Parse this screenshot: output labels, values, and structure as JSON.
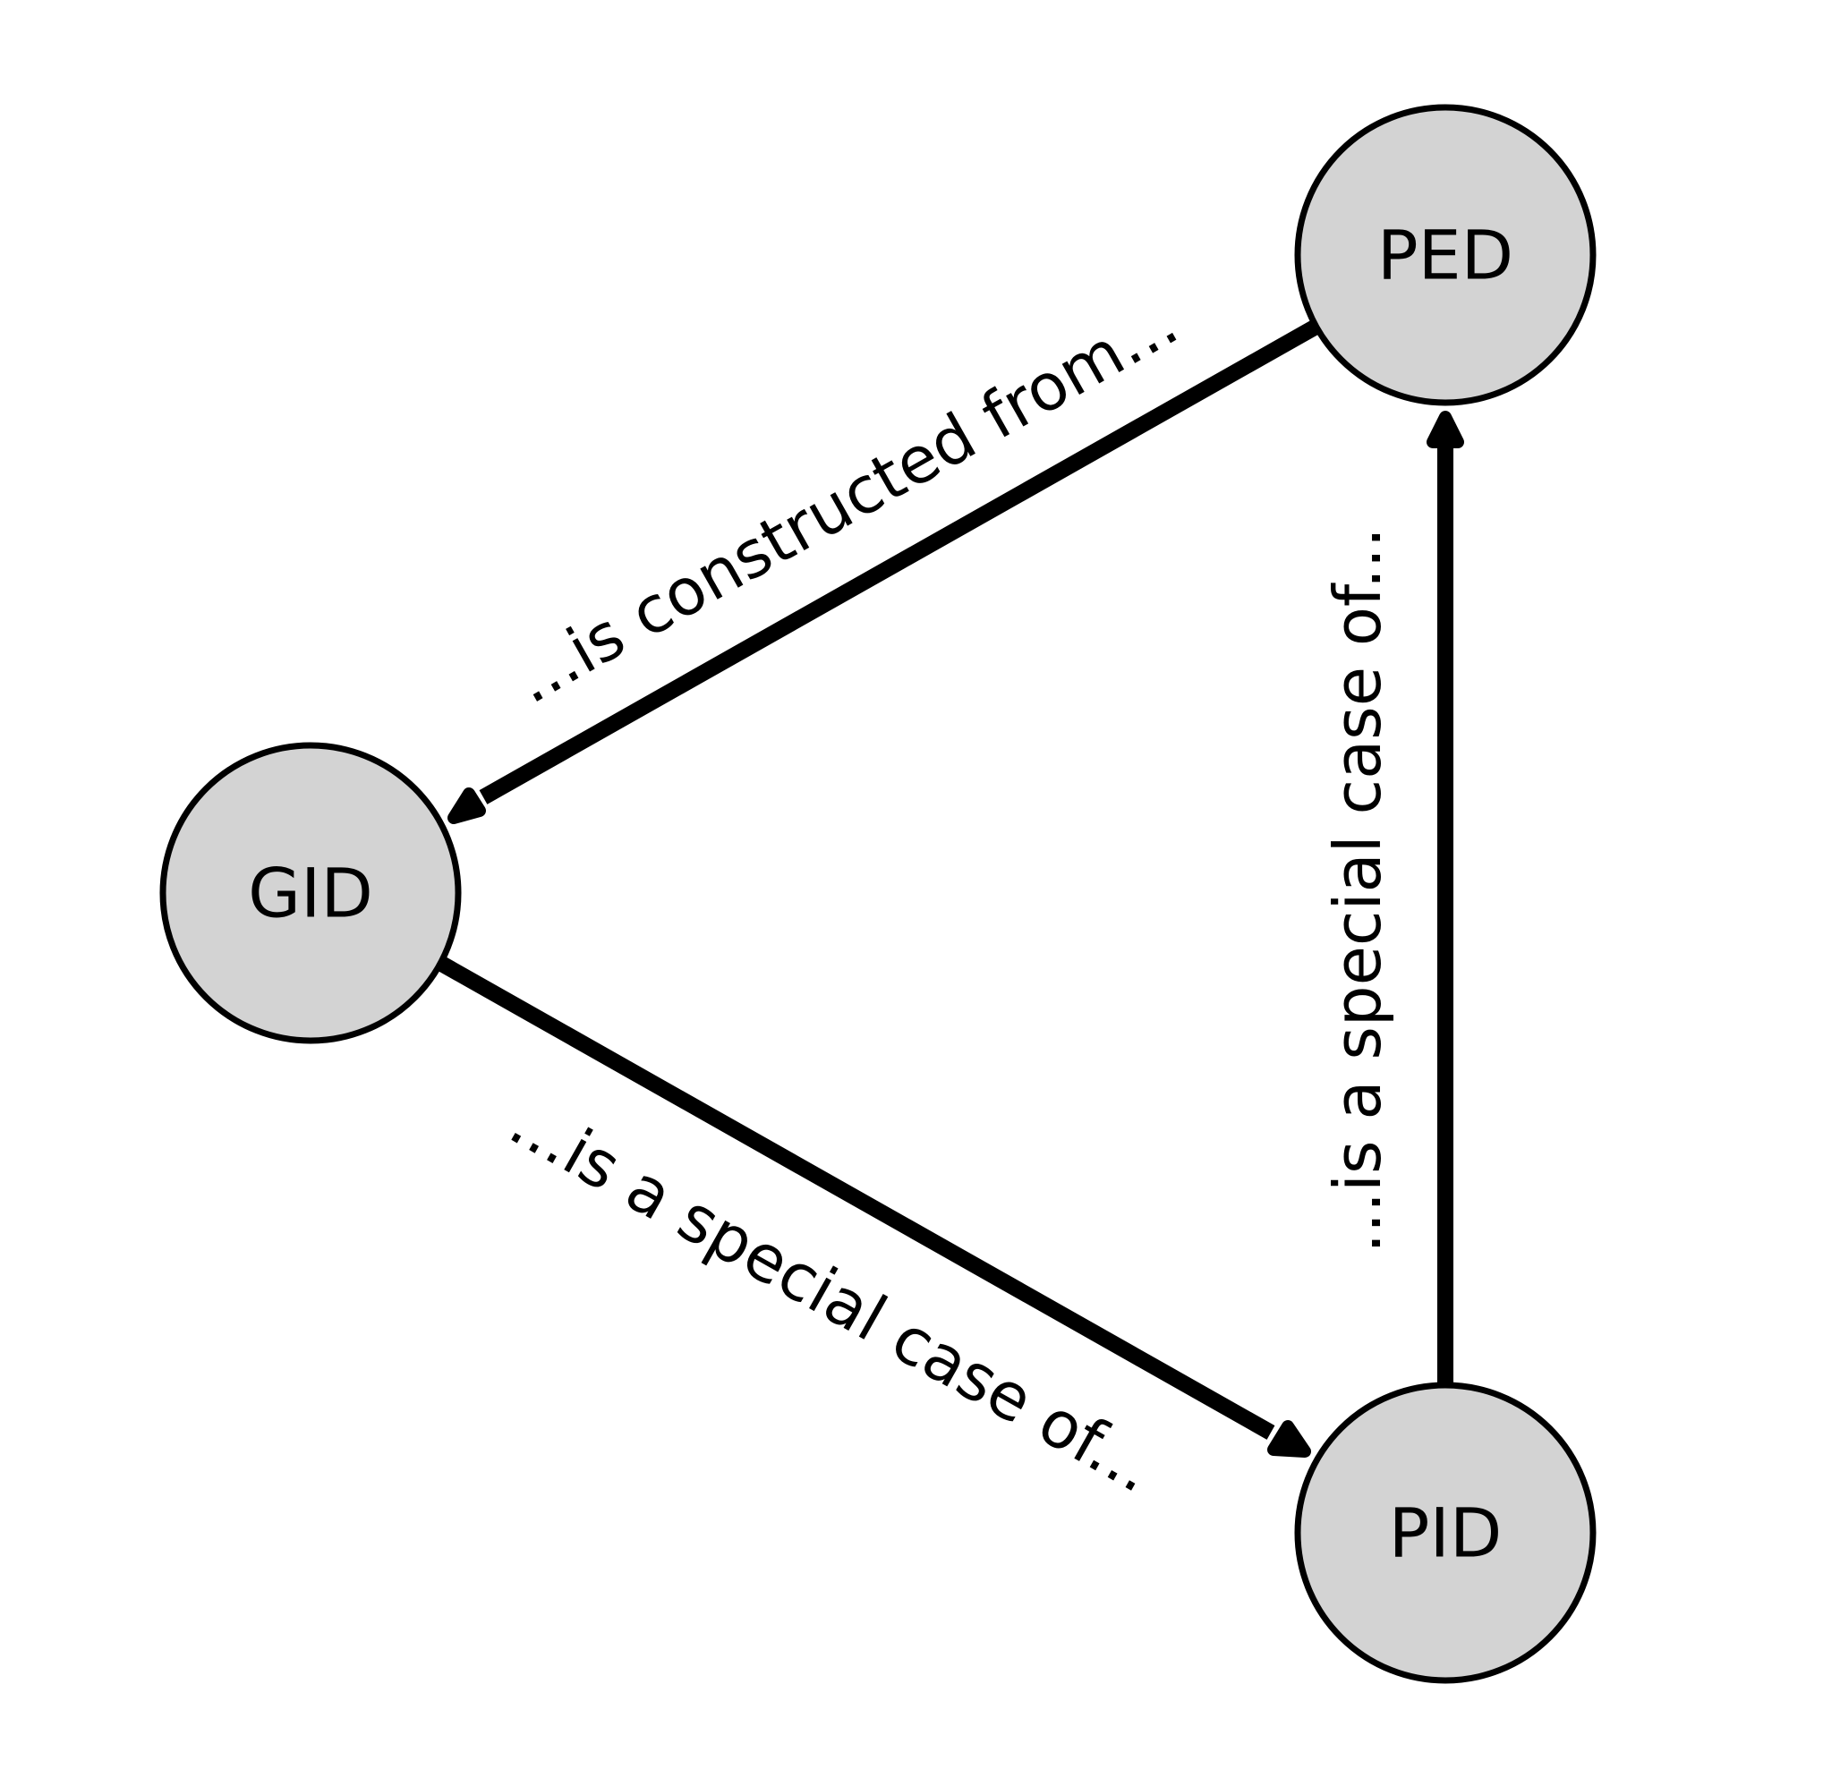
{
  "nodes": {
    "ped": {
      "label": "PED"
    },
    "gid": {
      "label": "GID"
    },
    "pid": {
      "label": "PID"
    }
  },
  "edges": {
    "ped_to_gid": {
      "label": "...is constructed from..."
    },
    "gid_to_pid": {
      "label": "...is a special case of..."
    },
    "pid_to_ped": {
      "label": "...is a special case of..."
    }
  },
  "colors": {
    "node_fill": "#d3d3d3",
    "stroke": "#000000",
    "background": "#ffffff"
  }
}
